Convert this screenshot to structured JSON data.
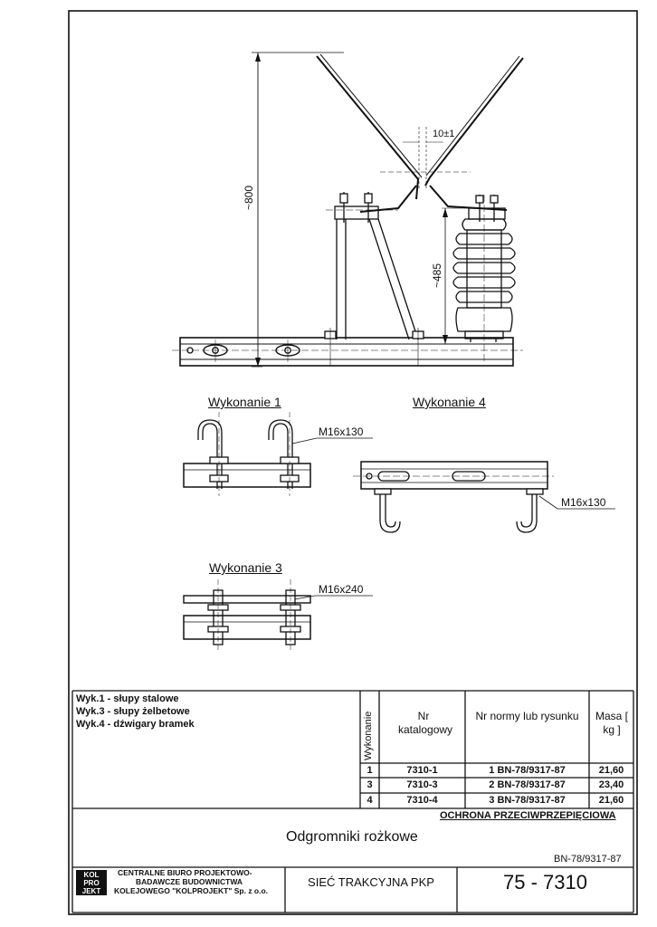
{
  "drawing": {
    "dim_height": "~800",
    "dim_gap": "10±1",
    "dim_arrester": "~485",
    "detail1": {
      "title": "Wykonanie 1",
      "bolt": "M16x130"
    },
    "detail4": {
      "title": "Wykonanie 4",
      "bolt": "M16x130"
    },
    "detail3": {
      "title": "Wykonanie 3",
      "bolt": "M16x240"
    }
  },
  "notes": [
    "Wyk.1 - słupy stalowe",
    "Wyk.3 - słupy żelbetowe",
    "Wyk.4 - dźwigary bramek"
  ],
  "table": {
    "headers": {
      "variant": "Wykonanie",
      "catalog": "Nr katalogowy",
      "norm": "Nr normy lub rysunku",
      "mass": "Masa [ kg ]"
    },
    "rows": [
      {
        "variant": "1",
        "catalog": "7310-1",
        "norm": "1 BN-78/9317-87",
        "mass": "21,60"
      },
      {
        "variant": "3",
        "catalog": "7310-3",
        "norm": "2 BN-78/9317-87",
        "mass": "23,40"
      },
      {
        "variant": "4",
        "catalog": "7310-4",
        "norm": "3 BN-78/9317-87",
        "mass": "21,60"
      }
    ]
  },
  "title_block": {
    "category": "OCHRONA PRZECIWPRZEPIĘCIOWA",
    "title": "Odgromniki rożkowe",
    "norm": "BN-78/9317-87",
    "logo_letters": [
      "KOL",
      "PRO",
      "JEKT"
    ],
    "company_line1": "CENTRALNE BIURO PROJEKTOWO-",
    "company_line2": "BADAWCZE BUDOWNICTWA",
    "company_line3": "KOLEJOWEGO \"KOLPROJEKT\" Sp. z o.o.",
    "system": "SIEĆ TRAKCYJNA PKP",
    "number": "75 - 7310"
  }
}
